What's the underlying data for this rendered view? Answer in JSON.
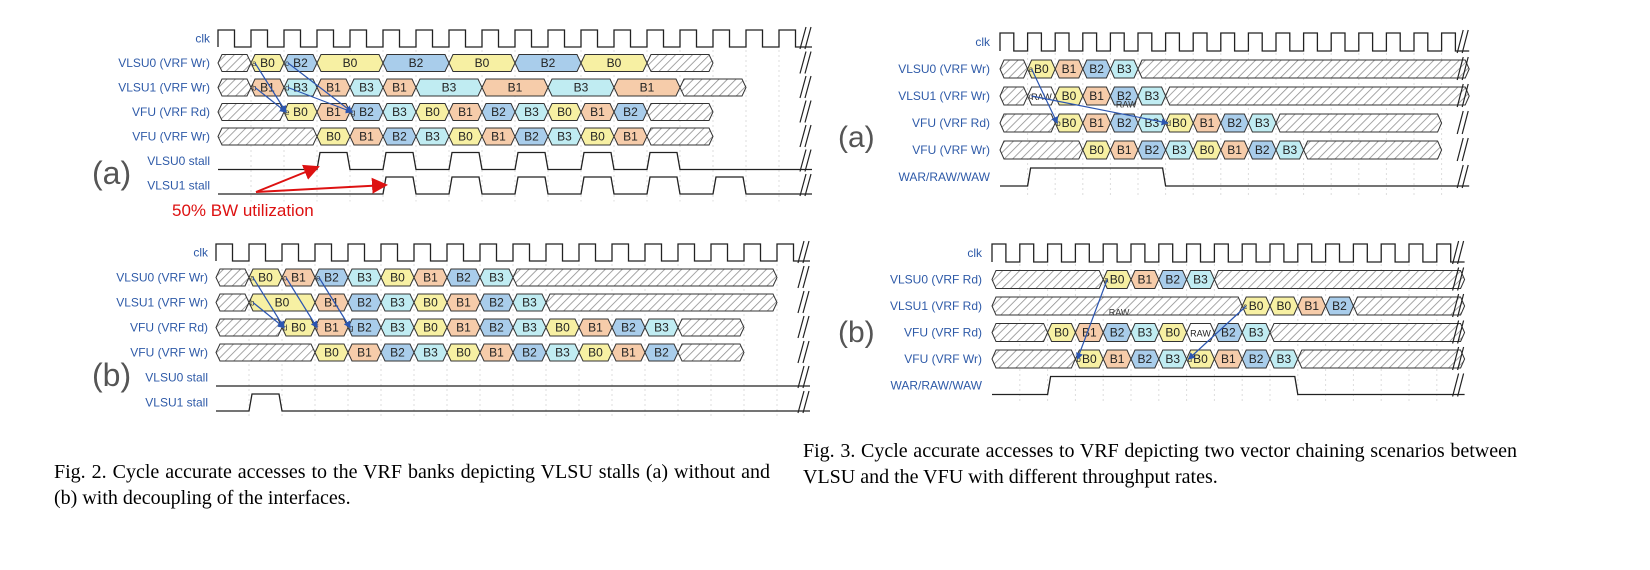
{
  "colors": {
    "B0": "#f7f0a3",
    "B1": "#f6ccaa",
    "B2": "#a9cdeb",
    "B3": "#c0ecf2",
    "hatch": "#8f8f8f",
    "label": "#2e5aa8",
    "annotation": "#dd1111",
    "arrow": "#2b55b0"
  },
  "fig2": {
    "caption": "Fig. 2.  Cycle accurate accesses to the VRF banks depicting VLSU stalls (a) without and (b) with decoupling of the interfaces.",
    "a": {
      "panel_label": "(a)",
      "annotation": "50% BW utilization",
      "signals": [
        {
          "label": "clk",
          "kind": "clock",
          "cycles": 18
        },
        {
          "label": "VLSU0 (VRF Wr)",
          "kind": "bus",
          "cells": [
            {
              "t": "",
              "w": 1
            },
            {
              "t": "B0",
              "w": 1,
              "pre": "a"
            },
            {
              "t": "B2",
              "w": 1,
              "pre": "c"
            },
            {
              "t": "B0",
              "w": 2
            },
            {
              "t": "B2",
              "w": 2
            },
            {
              "t": "B0",
              "w": 2
            },
            {
              "t": "B2",
              "w": 2
            },
            {
              "t": "B0",
              "w": 2
            },
            {
              "t": "",
              "w": 2
            }
          ]
        },
        {
          "label": "VLSU1 (VRF Wr)",
          "kind": "bus",
          "cells": [
            {
              "t": "",
              "w": 1
            },
            {
              "t": "B1",
              "w": 1,
              "pre": "b"
            },
            {
              "t": "B3",
              "w": 1,
              "pre": "d"
            },
            {
              "t": "B1",
              "w": 1
            },
            {
              "t": "B3",
              "w": 1
            },
            {
              "t": "B1",
              "w": 1
            },
            {
              "t": "B3",
              "w": 2
            },
            {
              "t": "B1",
              "w": 2
            },
            {
              "t": "B3",
              "w": 2
            },
            {
              "t": "B1",
              "w": 2
            },
            {
              "t": "",
              "w": 2
            }
          ]
        },
        {
          "label": "VFU (VRF Rd)",
          "kind": "bus",
          "cells": [
            {
              "t": "",
              "w": 2
            },
            {
              "t": "B0",
              "w": 1,
              "pre": "e"
            },
            {
              "t": "B1",
              "w": 1
            },
            {
              "t": "B2",
              "w": 1,
              "pre": "g"
            },
            {
              "t": "B3",
              "w": 1
            },
            {
              "t": "B0",
              "w": 1
            },
            {
              "t": "B1",
              "w": 1
            },
            {
              "t": "B2",
              "w": 1
            },
            {
              "t": "B3",
              "w": 1
            },
            {
              "t": "B0",
              "w": 1
            },
            {
              "t": "B1",
              "w": 1
            },
            {
              "t": "B2",
              "w": 1
            },
            {
              "t": "",
              "w": 2
            }
          ]
        },
        {
          "label": "VFU (VRF Wr)",
          "kind": "bus",
          "cells": [
            {
              "t": "",
              "w": 3
            },
            {
              "t": "B0",
              "w": 1
            },
            {
              "t": "B1",
              "w": 1
            },
            {
              "t": "B2",
              "w": 1
            },
            {
              "t": "B3",
              "w": 1
            },
            {
              "t": "B0",
              "w": 1
            },
            {
              "t": "B1",
              "w": 1
            },
            {
              "t": "B2",
              "w": 1
            },
            {
              "t": "B3",
              "w": 1
            },
            {
              "t": "B0",
              "w": 1
            },
            {
              "t": "B1",
              "w": 1
            },
            {
              "t": "",
              "w": 2
            }
          ]
        },
        {
          "label": "VLSU0 stall",
          "kind": "level",
          "high": [
            [
              3,
              4
            ],
            [
              5,
              6
            ],
            [
              7,
              8
            ],
            [
              9,
              10
            ],
            [
              11,
              12
            ],
            [
              13,
              14
            ]
          ]
        },
        {
          "label": "VLSU1 stall",
          "kind": "level",
          "high": [
            [
              5,
              6
            ],
            [
              7,
              8
            ],
            [
              9,
              10
            ],
            [
              11,
              12
            ],
            [
              13,
              14
            ],
            [
              15,
              16
            ]
          ]
        }
      ]
    },
    "b": {
      "panel_label": "(b)",
      "signals": [
        {
          "label": "clk",
          "kind": "clock",
          "cycles": 18
        },
        {
          "label": "VLSU0 (VRF Wr)",
          "kind": "bus",
          "cells": [
            {
              "t": "",
              "w": 1
            },
            {
              "t": "B0",
              "w": 1,
              "pre": "a"
            },
            {
              "t": "B1",
              "w": 1,
              "pre": "c"
            },
            {
              "t": "B2",
              "w": 1,
              "pre": "e"
            },
            {
              "t": "B3",
              "w": 1
            },
            {
              "t": "B0",
              "w": 1
            },
            {
              "t": "B1",
              "w": 1
            },
            {
              "t": "B2",
              "w": 1
            },
            {
              "t": "B3",
              "w": 1
            },
            {
              "t": "",
              "w": 8
            }
          ]
        },
        {
          "label": "VLSU1 (VRF Wr)",
          "kind": "bus",
          "cells": [
            {
              "t": "",
              "w": 1
            },
            {
              "t": "B0",
              "w": 2,
              "pre": "b"
            },
            {
              "t": "B1",
              "w": 1
            },
            {
              "t": "B2",
              "w": 1
            },
            {
              "t": "B3",
              "w": 1
            },
            {
              "t": "B0",
              "w": 1
            },
            {
              "t": "B1",
              "w": 1
            },
            {
              "t": "B2",
              "w": 1
            },
            {
              "t": "B3",
              "w": 1
            },
            {
              "t": "",
              "w": 7
            }
          ]
        },
        {
          "label": "VFU (VRF Rd)",
          "kind": "bus",
          "cells": [
            {
              "t": "",
              "w": 2
            },
            {
              "t": "B0",
              "w": 1,
              "pre": "d"
            },
            {
              "t": "B1",
              "w": 1,
              "pre": "f"
            },
            {
              "t": "B2",
              "w": 1,
              "pre": "g"
            },
            {
              "t": "B3",
              "w": 1
            },
            {
              "t": "B0",
              "w": 1
            },
            {
              "t": "B1",
              "w": 1
            },
            {
              "t": "B2",
              "w": 1
            },
            {
              "t": "B3",
              "w": 1
            },
            {
              "t": "B0",
              "w": 1
            },
            {
              "t": "B1",
              "w": 1
            },
            {
              "t": "B2",
              "w": 1
            },
            {
              "t": "B3",
              "w": 1
            },
            {
              "t": "",
              "w": 2
            }
          ]
        },
        {
          "label": "VFU (VRF Wr)",
          "kind": "bus",
          "cells": [
            {
              "t": "",
              "w": 3
            },
            {
              "t": "B0",
              "w": 1
            },
            {
              "t": "B1",
              "w": 1
            },
            {
              "t": "B2",
              "w": 1
            },
            {
              "t": "B3",
              "w": 1
            },
            {
              "t": "B0",
              "w": 1
            },
            {
              "t": "B1",
              "w": 1
            },
            {
              "t": "B2",
              "w": 1
            },
            {
              "t": "B3",
              "w": 1
            },
            {
              "t": "B0",
              "w": 1
            },
            {
              "t": "B1",
              "w": 1
            },
            {
              "t": "B2",
              "w": 1
            },
            {
              "t": "",
              "w": 2
            }
          ]
        },
        {
          "label": "VLSU0 stall",
          "kind": "level",
          "high": []
        },
        {
          "label": "VLSU1 stall",
          "kind": "level",
          "high": [
            [
              1,
              2
            ]
          ]
        }
      ]
    }
  },
  "fig3": {
    "caption": "Fig. 3.  Cycle accurate accesses to VRF depicting two vector chaining scenarios between VLSU and the VFU with different throughput rates.",
    "a": {
      "panel_label": "(a)",
      "signals": [
        {
          "label": "clk",
          "kind": "clock",
          "cycles": 17
        },
        {
          "label": "VLSU0 (VRF Wr)",
          "kind": "bus",
          "cells": [
            {
              "t": "",
              "w": 1
            },
            {
              "t": "B0",
              "w": 1,
              "pre": "a"
            },
            {
              "t": "B1",
              "w": 1
            },
            {
              "t": "B2",
              "w": 1
            },
            {
              "t": "B3",
              "w": 1
            },
            {
              "t": "",
              "w": 12
            }
          ]
        },
        {
          "label": "VLSU1 (VRF Wr)",
          "kind": "bus",
          "cells": [
            {
              "t": "",
              "w": 1
            },
            {
              "t": "RAW",
              "w": 1,
              "pre": "c",
              "plain": true
            },
            {
              "t": "B0",
              "w": 1
            },
            {
              "t": "B1",
              "w": 1
            },
            {
              "t": "B2",
              "w": 1
            },
            {
              "t": "B3",
              "w": 1
            },
            {
              "t": "",
              "w": 11
            }
          ]
        },
        {
          "label": "VFU (VRF Rd)",
          "kind": "bus",
          "cells": [
            {
              "t": "",
              "w": 2
            },
            {
              "t": "B0",
              "w": 1,
              "pre": "b"
            },
            {
              "t": "B1",
              "w": 1
            },
            {
              "t": "B2",
              "w": 1
            },
            {
              "t": "B3",
              "w": 1
            },
            {
              "t": "B0",
              "w": 1,
              "pre": "d"
            },
            {
              "t": "B1",
              "w": 1
            },
            {
              "t": "B2",
              "w": 1
            },
            {
              "t": "B3",
              "w": 1
            },
            {
              "t": "",
              "w": 6
            }
          ]
        },
        {
          "label": "VFU (VRF Wr)",
          "kind": "bus",
          "cells": [
            {
              "t": "",
              "w": 3
            },
            {
              "t": "B0",
              "w": 1
            },
            {
              "t": "B1",
              "w": 1
            },
            {
              "t": "B2",
              "w": 1
            },
            {
              "t": "B3",
              "w": 1
            },
            {
              "t": "B0",
              "w": 1
            },
            {
              "t": "B1",
              "w": 1
            },
            {
              "t": "B2",
              "w": 1
            },
            {
              "t": "B3",
              "w": 1
            },
            {
              "t": "",
              "w": 5
            }
          ]
        },
        {
          "label": "WAR/RAW/WAW",
          "kind": "level",
          "high": [
            [
              1,
              6
            ]
          ]
        }
      ],
      "notes": [
        "RAW"
      ]
    },
    "b": {
      "panel_label": "(b)",
      "signals": [
        {
          "label": "clk",
          "kind": "clock",
          "cycles": 17
        },
        {
          "label": "VLSU0 (VRF Rd)",
          "kind": "bus",
          "cells": [
            {
              "t": "",
              "w": 4
            },
            {
              "t": "B0",
              "w": 1,
              "pre": "a"
            },
            {
              "t": "B1",
              "w": 1
            },
            {
              "t": "B2",
              "w": 1
            },
            {
              "t": "B3",
              "w": 1
            },
            {
              "t": "",
              "w": 9
            }
          ]
        },
        {
          "label": "VLSU1 (VRF Rd)",
          "kind": "bus",
          "cells": [
            {
              "t": "",
              "w": 9
            },
            {
              "t": "B0",
              "w": 1,
              "pre": "c"
            },
            {
              "t": "B0",
              "w": 1
            },
            {
              "t": "B1",
              "w": 1
            },
            {
              "t": "B2",
              "w": 1
            },
            {
              "t": "",
              "w": 4
            }
          ]
        },
        {
          "label": "VFU (VRF Rd)",
          "kind": "bus",
          "cells": [
            {
              "t": "",
              "w": 2
            },
            {
              "t": "B0",
              "w": 1
            },
            {
              "t": "B1",
              "w": 1
            },
            {
              "t": "B2",
              "w": 1
            },
            {
              "t": "B3",
              "w": 1
            },
            {
              "t": "B0",
              "w": 1
            },
            {
              "t": "RAW",
              "w": 1,
              "plain": true
            },
            {
              "t": "B2",
              "w": 1
            },
            {
              "t": "B3",
              "w": 1
            },
            {
              "t": "",
              "w": 7
            }
          ]
        },
        {
          "label": "VFU (VRF Wr)",
          "kind": "bus",
          "cells": [
            {
              "t": "",
              "w": 3
            },
            {
              "t": "B0",
              "w": 1,
              "pre": "b"
            },
            {
              "t": "B1",
              "w": 1
            },
            {
              "t": "B2",
              "w": 1
            },
            {
              "t": "B3",
              "w": 1
            },
            {
              "t": "B0",
              "w": 1,
              "pre": "d"
            },
            {
              "t": "B1",
              "w": 1
            },
            {
              "t": "B2",
              "w": 1
            },
            {
              "t": "B3",
              "w": 1
            },
            {
              "t": "",
              "w": 6
            }
          ]
        },
        {
          "label": "WAR/RAW/WAW",
          "kind": "level",
          "high": [
            [
              2,
              11
            ]
          ]
        }
      ],
      "notes": [
        "RAW"
      ]
    }
  }
}
